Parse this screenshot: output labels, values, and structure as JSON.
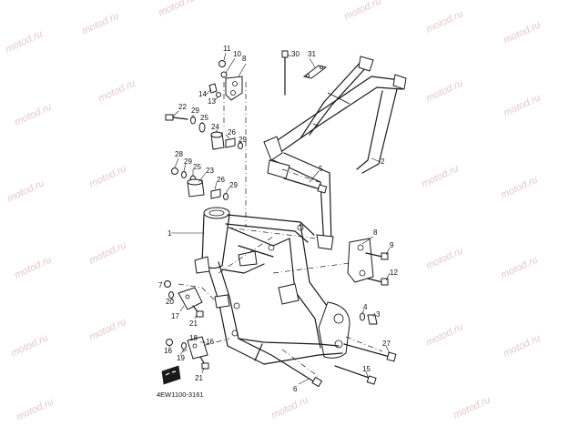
{
  "watermark": "motod.ru",
  "drawing_code": "4EW1100-3161",
  "callouts": {
    "c1": "1",
    "c2": "2",
    "c3": "3",
    "c4": "4",
    "c5": "5",
    "c6": "6",
    "c7": "7",
    "c8a": "8",
    "c8b": "8",
    "c9": "9",
    "c10": "10",
    "c11": "11",
    "c12": "12",
    "c13": "13",
    "c14": "14",
    "c15": "15",
    "c16a": "16",
    "c16b": "16",
    "c17": "17",
    "c18": "18",
    "c19": "19",
    "c20": "20",
    "c21a": "21",
    "c21b": "21",
    "c22": "22",
    "c23": "23",
    "c24": "24",
    "c25a": "25",
    "c25b": "25",
    "c26a": "26",
    "c26b": "26",
    "c27": "27",
    "c28": "28",
    "c29a": "29",
    "c29b": "29",
    "c29c": "29",
    "c29d": "29",
    "c30": "30",
    "c31": "31"
  }
}
